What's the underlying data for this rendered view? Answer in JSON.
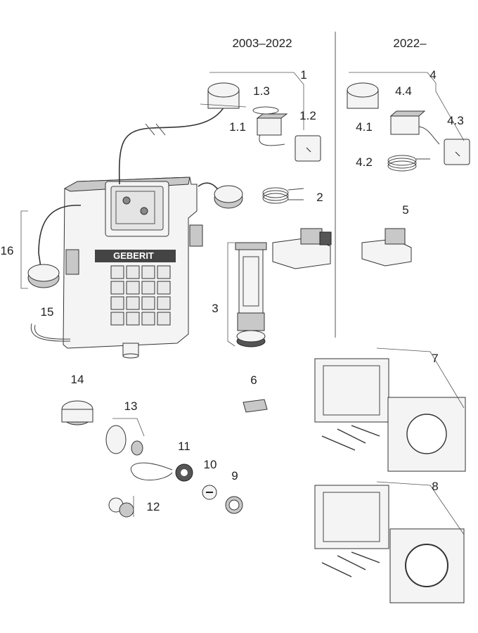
{
  "headers": {
    "left": "2003–2022",
    "right": "2022–"
  },
  "brand": "GEBERIT",
  "labels": {
    "p1": "1",
    "p1_3": "1.3",
    "p1_1": "1.1",
    "p1_2": "1.2",
    "p2": "2",
    "p3": "3",
    "p4": "4",
    "p4_4": "4.4",
    "p4_1": "4.1",
    "p4_3": "4.3",
    "p4_2": "4.2",
    "p5": "5",
    "p6": "6",
    "p7": "7",
    "p8": "8",
    "p9": "9",
    "p10": "10",
    "p11": "11",
    "p12": "12",
    "p13": "13",
    "p14": "14",
    "p15": "15",
    "p16": "16"
  }
}
